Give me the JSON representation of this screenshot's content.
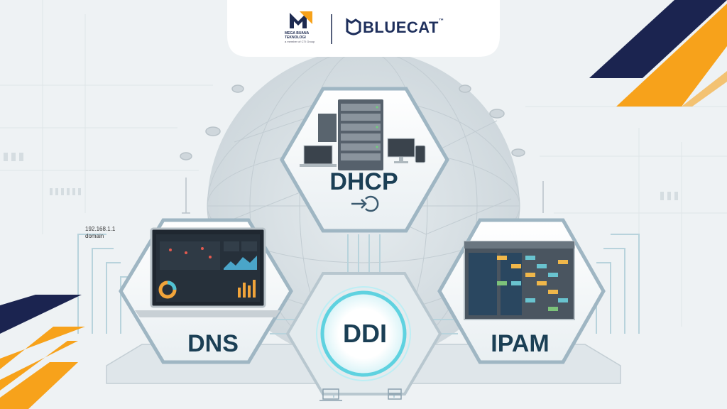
{
  "branding": {
    "mbt_line1": "MEGA BUANA",
    "mbt_line2": "TEKNOLOGI",
    "mbt_sub": "a member of CTI Group",
    "bluecat_name": "BLUECAT",
    "bluecat_tm": "™"
  },
  "labels": {
    "dhcp": "DHCP",
    "dns": "DNS",
    "ipam": "IPAM",
    "ddi": "DDI"
  },
  "annotation": {
    "ip": "192.168.1.1",
    "domain": "domain"
  },
  "icons": [
    "server-rack-icon",
    "laptop-icon",
    "monitor-icon",
    "phone-icon",
    "login-arrow-icon",
    "laptop-dashboard-icon",
    "spreadsheet-icon",
    "bluecat-logo-icon",
    "mbt-logo-icon"
  ],
  "colors": {
    "navy": "#1b2450",
    "orange": "#f7a21b",
    "teal_glow": "#5fd2e0",
    "hex_border": "#9fb6c3",
    "label": "#1b3f55"
  }
}
